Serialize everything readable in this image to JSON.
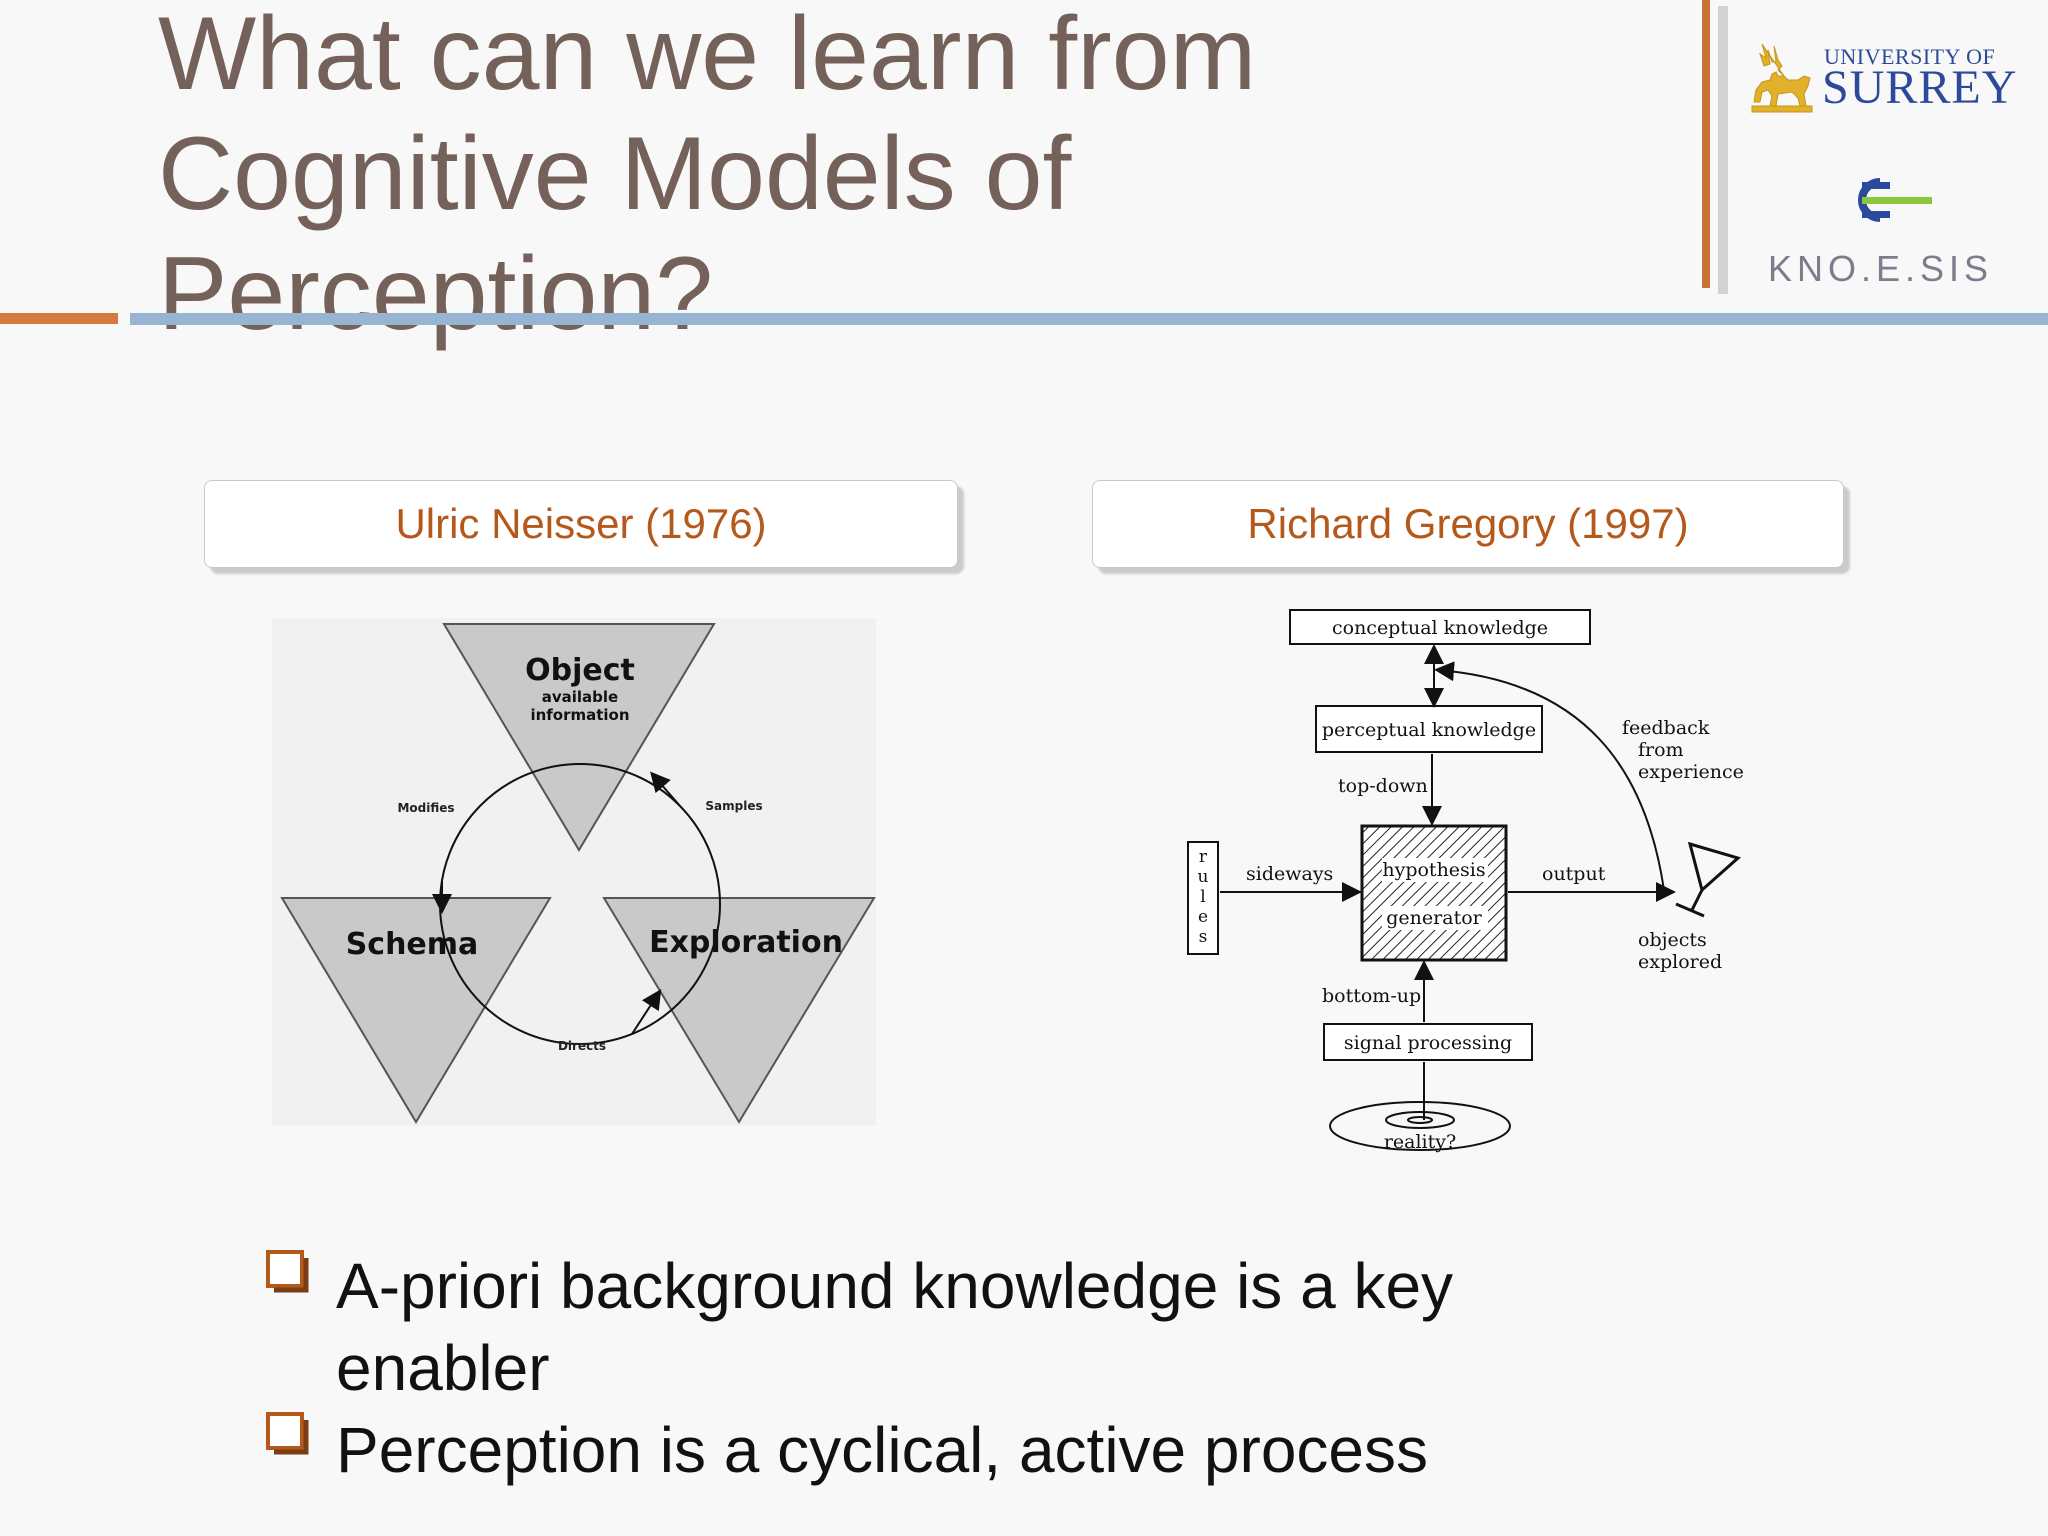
{
  "title": "What can we learn from\nCognitive Models of\nPerception?",
  "logos": {
    "surrey_line1": "UNIVERSITY OF",
    "surrey_line2": "SURREY",
    "knoesis": "KNO.E.SIS"
  },
  "left_panel": {
    "heading": "Ulric Neisser (1976)",
    "object": "Object",
    "object_sub1": "available",
    "object_sub2": "information",
    "schema": "Schema",
    "exploration": "Exploration",
    "modifies": "Modifies",
    "samples": "Samples",
    "directs": "Directs"
  },
  "right_panel": {
    "heading": "Richard Gregory (1997)",
    "conceptual": "conceptual knowledge",
    "perceptual": "perceptual knowledge",
    "top_down": "top-down",
    "feedback1": "feedback",
    "feedback2": "from",
    "feedback3": "experience",
    "rules": [
      "r",
      "u",
      "l",
      "e",
      "s"
    ],
    "sideways": "sideways",
    "hypothesis": "hypothesis",
    "generator": "generator",
    "output": "output",
    "objects1": "objects",
    "objects2": "explored",
    "bottom_up": "bottom-up",
    "signal": "signal processing",
    "reality": "reality?"
  },
  "bullets": [
    {
      "line1": "A-priori background knowledge is a key",
      "line2": "enabler"
    },
    {
      "line1": "Perception is a cyclical, active process"
    }
  ],
  "colors": {
    "title": "#74625a",
    "accent_orange": "#d6793f",
    "accent_blue": "#98b4d3",
    "heading_text": "#b4591b",
    "bullet": "#b4591b"
  }
}
